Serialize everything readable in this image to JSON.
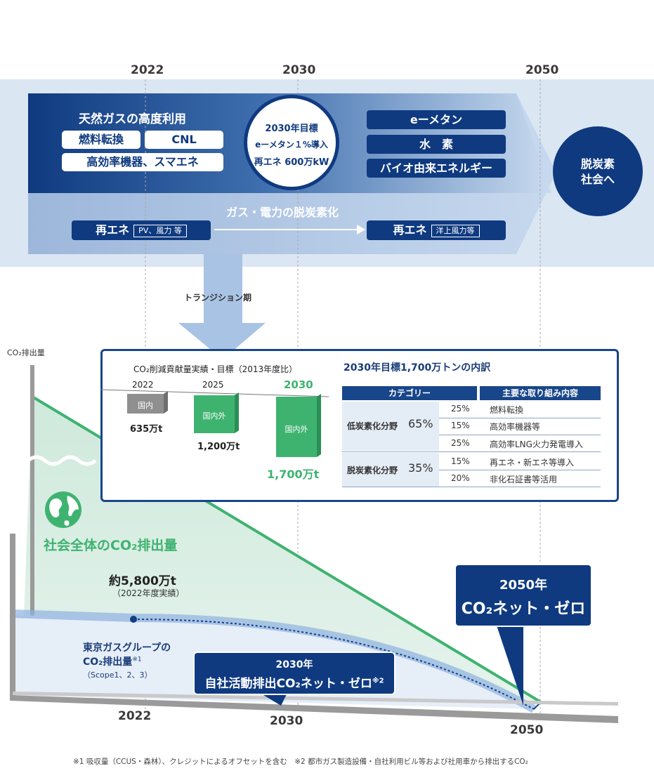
{
  "timeline": {
    "y2022": "2022",
    "y2030": "2030",
    "y2050": "2050"
  },
  "top": {
    "advanced_use": "天然ガスの高度利用",
    "fuel_switch": "燃料転換",
    "cnl": "CNL",
    "efficient": "高効率機器、スマエネ",
    "target_title": "2030年目標",
    "target_line1": "eーメタン１%導入",
    "target_line2": "再エネ 600万kW",
    "emethane": "eーメタン",
    "hydrogen": "水　素",
    "bio": "バイオ由来エネルギー",
    "goal": "脱炭素\n社会へ",
    "decarb_label": "ガス・電力の脱炭素化",
    "re_left": "再エネ",
    "re_left_tag": "PV、風力 等",
    "re_right": "再エネ",
    "re_right_tag": "洋上風力等",
    "transition": "トランジション期"
  },
  "axis_label": "CO₂排出量",
  "panel": {
    "chart_title": "CO₂削減貢献量実績・目標（2013年度比）",
    "breakdown_title": "2030年目標1,700万トンの内訳",
    "bars": [
      {
        "year": "2022",
        "tag": "国内",
        "value": "635万t"
      },
      {
        "year": "2025",
        "tag": "国内外",
        "value": "1,200万t"
      },
      {
        "year": "2030",
        "tag": "国内外",
        "value": "1,700万t"
      }
    ],
    "table": {
      "col1": "カテゴリー",
      "col2": "主要な取り組み内容",
      "groups": [
        {
          "name": "低炭素化分野",
          "pct": "65%",
          "rows": [
            {
              "pct": "25%",
              "item": "燃料転換"
            },
            {
              "pct": "15%",
              "item": "高効率機器等"
            },
            {
              "pct": "25%",
              "item": "高効率LNG火力発電導入"
            }
          ]
        },
        {
          "name": "脱炭素化分野",
          "pct": "35%",
          "rows": [
            {
              "pct": "15%",
              "item": "再エネ・新エネ等導入"
            },
            {
              "pct": "20%",
              "item": "非化石証書等活用"
            }
          ]
        }
      ]
    }
  },
  "lower": {
    "society": "社会全体のCO₂排出量",
    "approx": "約5,800万t",
    "approx_note": "（2022年度実績）",
    "group_title1": "東京ガスグループの",
    "group_title2": "CO₂排出量",
    "note_mark1": "※1",
    "scope": "（Scope1、2、3）",
    "c2030_year": "2030年",
    "c2030_text": "自社活動排出CO₂ネット・ゼロ",
    "note_mark2": "※2",
    "c2050_year": "2050年",
    "c2050_text": "CO₂ネット・ゼロ",
    "x2022": "2022",
    "x2030": "2030",
    "x2050": "2050"
  },
  "footnotes": "※1 吸収量（CCUS・森林）、クレジットによるオフセットを含む　※2 都市ガス製造設備・自社利用ビル等および社用車から排出するCO₂",
  "colors": {
    "navy": "#0f3a80",
    "green": "#3eb370",
    "band": "#dbe6f3",
    "mint": "#d8eee3",
    "arrow": "#a9c3e4"
  }
}
